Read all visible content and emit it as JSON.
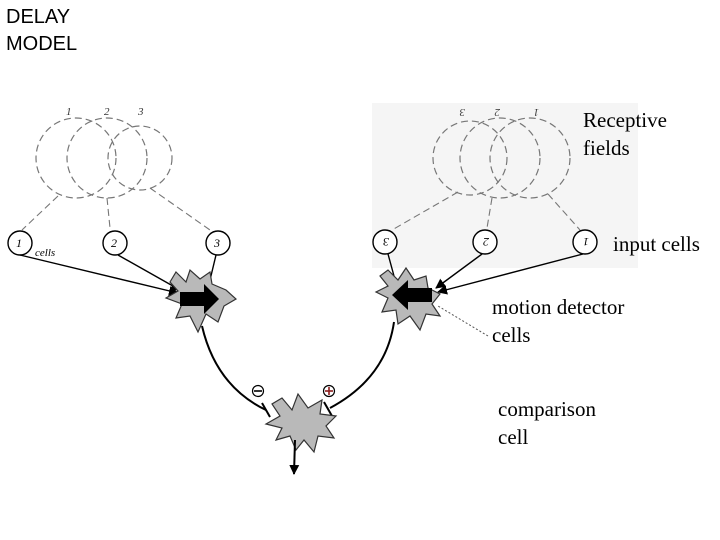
{
  "title": [
    "DELAY",
    "MODEL"
  ],
  "labels": {
    "receptive_fields": [
      "Receptive",
      "fields"
    ],
    "input_cells": "input cells",
    "motion_detector": [
      "motion detector",
      "cells"
    ],
    "comparison": [
      "comparison",
      "cell"
    ]
  },
  "left_group": {
    "field_numbers": [
      "1",
      "2",
      "3"
    ],
    "cell_numbers": [
      "1",
      "2",
      "3"
    ],
    "cells_text": "cells"
  },
  "right_group": {
    "field_numbers": [
      "3",
      "2",
      "1"
    ],
    "cell_numbers": [
      "3",
      "2",
      "1"
    ]
  }
}
